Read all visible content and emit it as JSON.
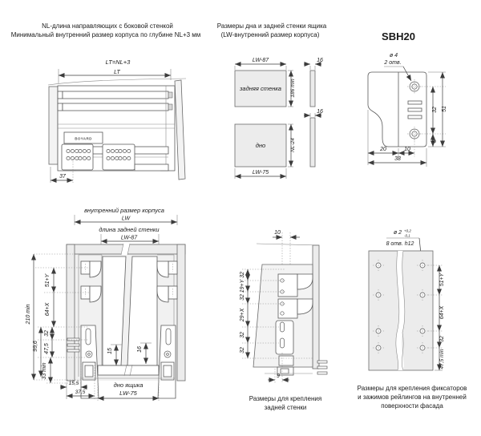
{
  "meta": {
    "background": "#ffffff",
    "line_color": "#5a5a5a",
    "panel_fill": "#ececec",
    "text_color": "#1a1a1a"
  },
  "top_left": {
    "header1": "NL-длина направляющих с боковой стенкой",
    "header2": "Минимальный внутренний размер корпуса по глубине NL+3 мм",
    "lt_formula": "LT=NL+3",
    "lt": "LT",
    "d37": "37",
    "logo": "BOYARD"
  },
  "top_mid": {
    "header1": "Размеры дна и задней стенки ящика",
    "header2": "(LW-внутренний размер корпуса)",
    "back_label": "задняя стенка",
    "back_width": "LW-87",
    "back_height": "186 min",
    "back_thickness": "16",
    "bottom_label": "дно",
    "bottom_height": "NL-24",
    "bottom_width": "LW-75",
    "bottom_thickness": "16"
  },
  "top_right": {
    "title": "SBH20",
    "hole_diameter": "ø 4",
    "hole_count": "2 отв.",
    "d32": "32",
    "d51": "51",
    "d8": "8",
    "d20": "20",
    "d10": "10",
    "d38": "38"
  },
  "bottom_left": {
    "header1": "внутренний размер корпуса",
    "header2": "LW",
    "header3": "длина задней стенки",
    "header4": "LW-87",
    "d210": "210 min",
    "d996": "99,6",
    "d51y": "51+Y",
    "d64x": "64+X",
    "d32": "32",
    "d475": "47,5",
    "d33": "33 min",
    "d155": "15,5",
    "d375": "37,5",
    "d15": "15",
    "d16": "16",
    "bottom_label1": "дно ящика",
    "bottom_label2": "LW-75"
  },
  "bottom_mid": {
    "d10": "10",
    "dims": [
      "32",
      "19+Y",
      "32",
      "29+X",
      "32",
      "32"
    ],
    "d9": "9",
    "caption1": "Размеры для крепления",
    "caption2": "задней стенки"
  },
  "bottom_right": {
    "hole_diameter": "ø 2",
    "tol_up": "+0,2",
    "tol_dn": "-0,1",
    "hole_count": "8 отв. h12",
    "d51y": "51+Y",
    "d64x": "64+X",
    "d32": "32",
    "d475": "47,5 min",
    "caption1": "Размеры для крепления фиксаторов",
    "caption2": "и зажимов рейлингов на внутренней",
    "caption3": "поверхности фасада"
  }
}
